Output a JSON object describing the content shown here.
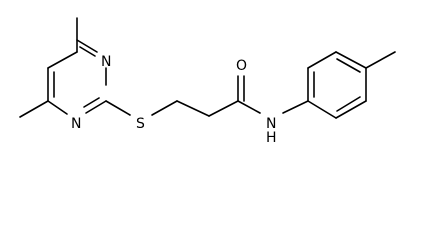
{
  "diagram": {
    "type": "chemical-structure",
    "atoms": {
      "n_top": "N",
      "n_bottom": "N",
      "s": "S",
      "o": "O",
      "nh": "N",
      "nh_h": "H"
    },
    "colors": {
      "bond": "#000000",
      "label": "#000000",
      "background": "#ffffff"
    }
  }
}
